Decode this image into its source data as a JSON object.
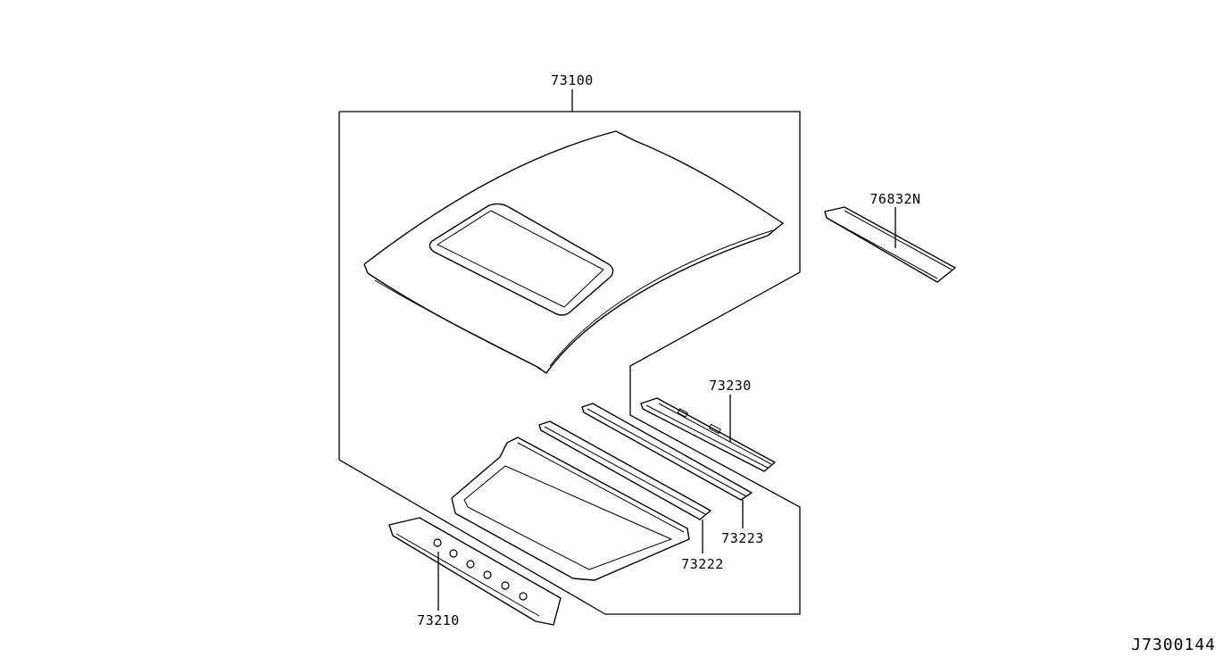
{
  "labels": {
    "roof_panel": "73100",
    "weatherstrip": "76832N",
    "rear_rail": "73230",
    "bow_rear": "73223",
    "bow_mid": "73222",
    "front_rail": "73210"
  },
  "diagram_id": "J7300144"
}
